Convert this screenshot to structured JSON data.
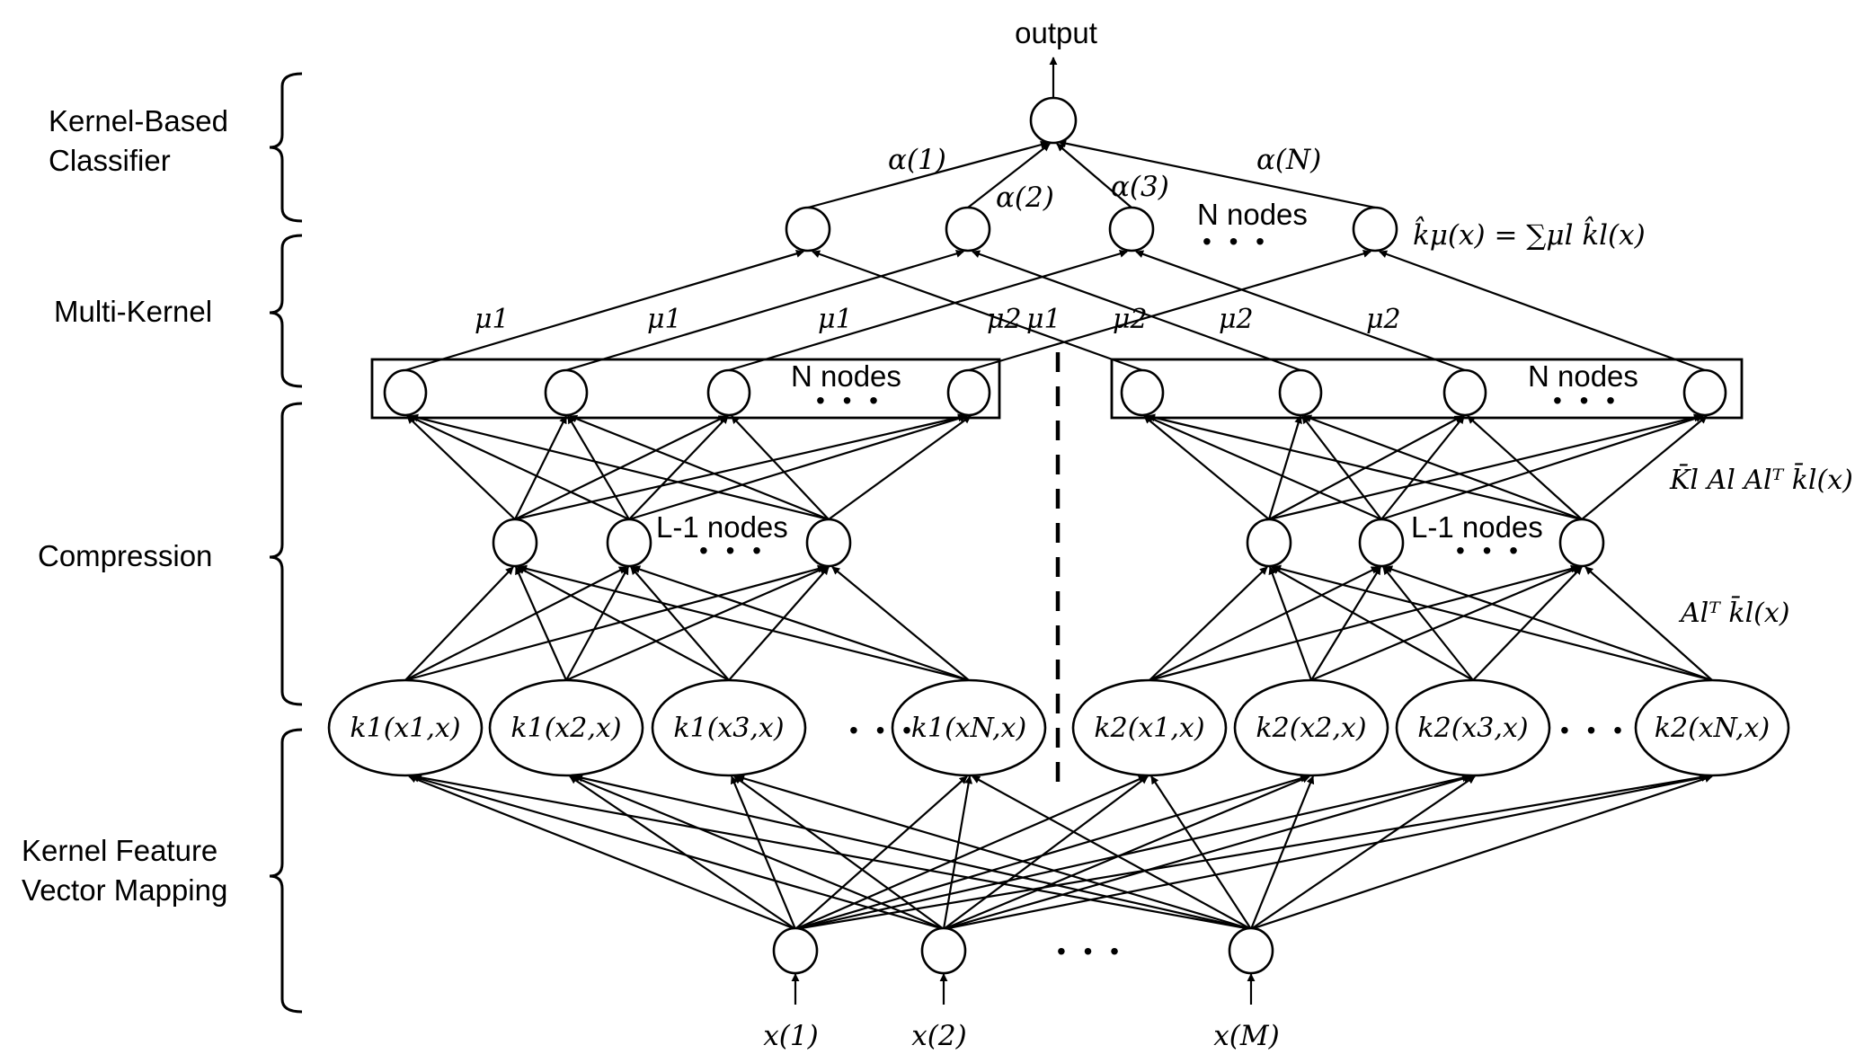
{
  "title": "output",
  "layer_labels": [
    {
      "lines": [
        "Kernel-Based",
        "Classifier"
      ]
    },
    {
      "lines": [
        "Multi-Kernel"
      ]
    },
    {
      "lines": [
        "Compression"
      ]
    },
    {
      "lines": [
        "Kernel Feature",
        "Vector Mapping"
      ]
    }
  ],
  "classifier": {
    "weights": [
      "α(1)",
      "α(2)",
      "α(3)",
      "α(N)"
    ],
    "nodes_label": "N nodes",
    "combined_kernel_label": "k̂μ(x) = ∑μl k̂l(x)"
  },
  "multi_kernel": {
    "left_weights": [
      "μ1",
      "μ1",
      "μ1",
      "μ1"
    ],
    "right_weights": [
      "μ2",
      "μ2",
      "μ2",
      "μ2"
    ]
  },
  "boxes": {
    "left_label": "N nodes",
    "right_label": "N nodes"
  },
  "compression": {
    "left_label": "L-1 nodes",
    "right_label": "L-1 nodes",
    "upper_formula": "K̄l Al Alᵀ k̄l(x)",
    "lower_formula": "Alᵀ k̄l(x)"
  },
  "kernels": {
    "left": [
      "k1(x1,x)",
      "k1(x2,x)",
      "k1(x3,x)",
      "k1(xN,x)"
    ],
    "right": [
      "k2(x1,x)",
      "k2(x2,x)",
      "k2(x3,x)",
      "k2(xN,x)"
    ]
  },
  "inputs": [
    "x(1)",
    "x(2)",
    "x(M)"
  ],
  "ellipsis": "• • •"
}
